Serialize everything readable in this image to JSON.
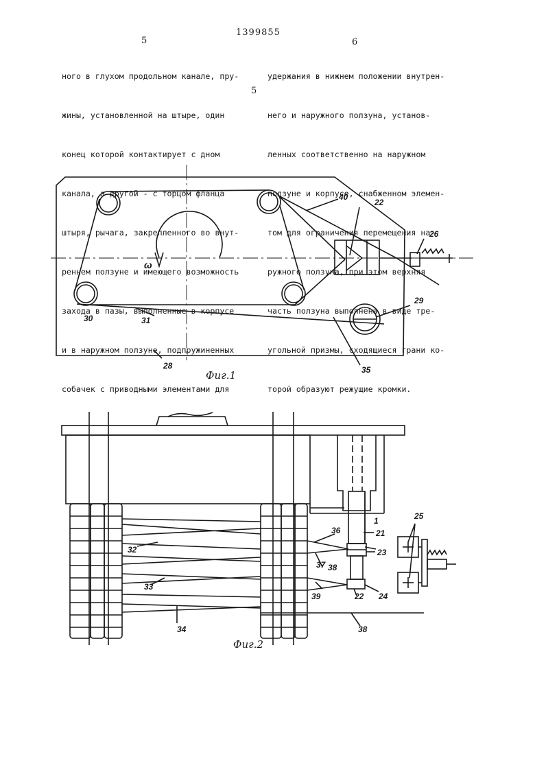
{
  "header": {
    "patent_number": "1399855",
    "left_page_number": "5",
    "right_page_number": "6",
    "margin_line_number": "5"
  },
  "left_column": [
    "ного в глухом продольном канале, пру-",
    "жины, установленной на штыре, один",
    "конец которой контактирует с дном",
    "канала, а другой - с торцом фланца",
    "штыря, рычага, закрепленного во внут-",
    "реннем ползуне и имеющего возможность",
    "захода в пазы, выполненные в корпусе",
    "и в наружном ползуне, подпружиненных",
    "собачек с приводными элементами для"
  ],
  "right_column": [
    "удержания в нижнем положении внутрен-",
    "него и наружного ползуна, установ-",
    "ленных соответственно на наружном",
    "ползуне и корпусе, снабженном элемен-",
    "том для ограничения перемещения на-",
    "ружного ползуна, при этом верхняя",
    "часть ползуна выполнена в виде тре-",
    "угольной призмы, сходящиеся грани ко-",
    "торой образуют режущие кромки."
  ],
  "figure1": {
    "caption": "Фиг.1",
    "labels": {
      "l40": "40",
      "l22": "22",
      "l26": "26",
      "l29": "29",
      "l30": "30",
      "l31": "31",
      "l28": "28",
      "l35": "35",
      "omega": "ω"
    }
  },
  "figure2": {
    "caption": "Фиг.2",
    "labels": {
      "l1": "1",
      "l21": "21",
      "l23": "23",
      "l25": "25",
      "l36a": "36",
      "l37": "37",
      "l38a": "38",
      "l32": "32",
      "l33": "33",
      "l39": "39",
      "l22": "22",
      "l24": "24",
      "l34": "34",
      "l38b": "38"
    }
  }
}
